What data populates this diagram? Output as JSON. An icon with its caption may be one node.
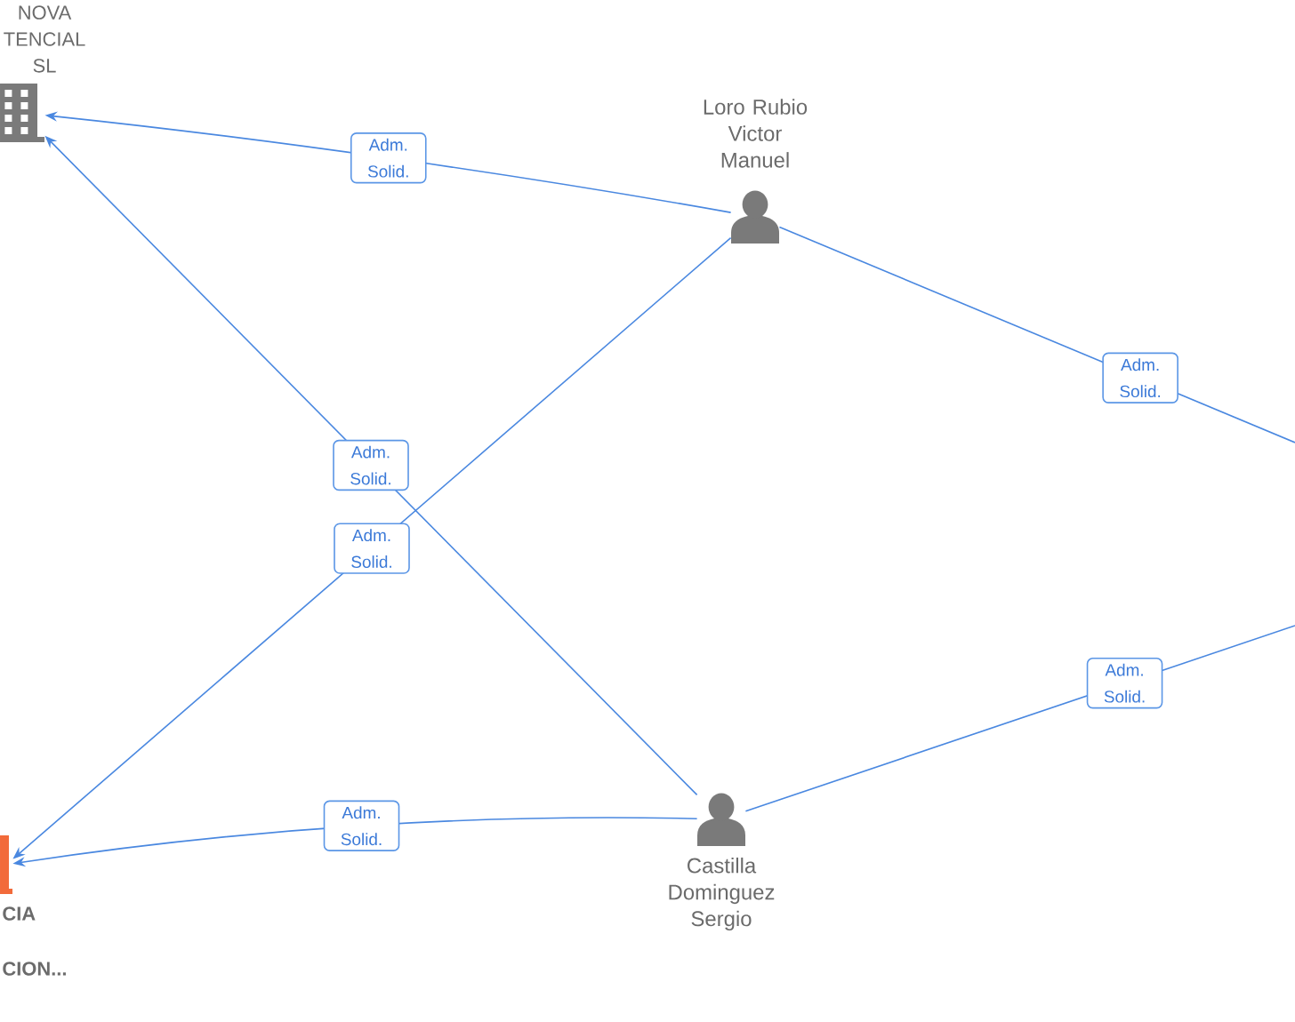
{
  "diagram": {
    "nodes": [
      {
        "text": [
          "NOVA TENCIAL SL"
        ]
      },
      {
        "text": [
          "Loro Rubio Victor Manuel"
        ]
      },
      {
        "text": [
          "Castilla Dominguez Sergio"
        ]
      },
      {
        "text": [
          "CIA",
          "CION..."
        ]
      }
    ],
    "edges": [
      {
        "from": 1,
        "to": 0,
        "arrow": "to",
        "label": "Adm. Solid."
      },
      {
        "from": 2,
        "to": 0,
        "arrow": "to",
        "label": "Adm. Solid."
      },
      {
        "from": 1,
        "to": 3,
        "arrow": "to",
        "label": "Adm. Solid."
      },
      {
        "from": 2,
        "to": 3,
        "arrow": "to",
        "label": "Adm. Solid."
      },
      {
        "from": 1,
        "to": null,
        "arrow": "none",
        "label": "Adm. Solid."
      },
      {
        "from": 2,
        "to": null,
        "arrow": "none",
        "label": "Adm. Solid."
      }
    ]
  }
}
